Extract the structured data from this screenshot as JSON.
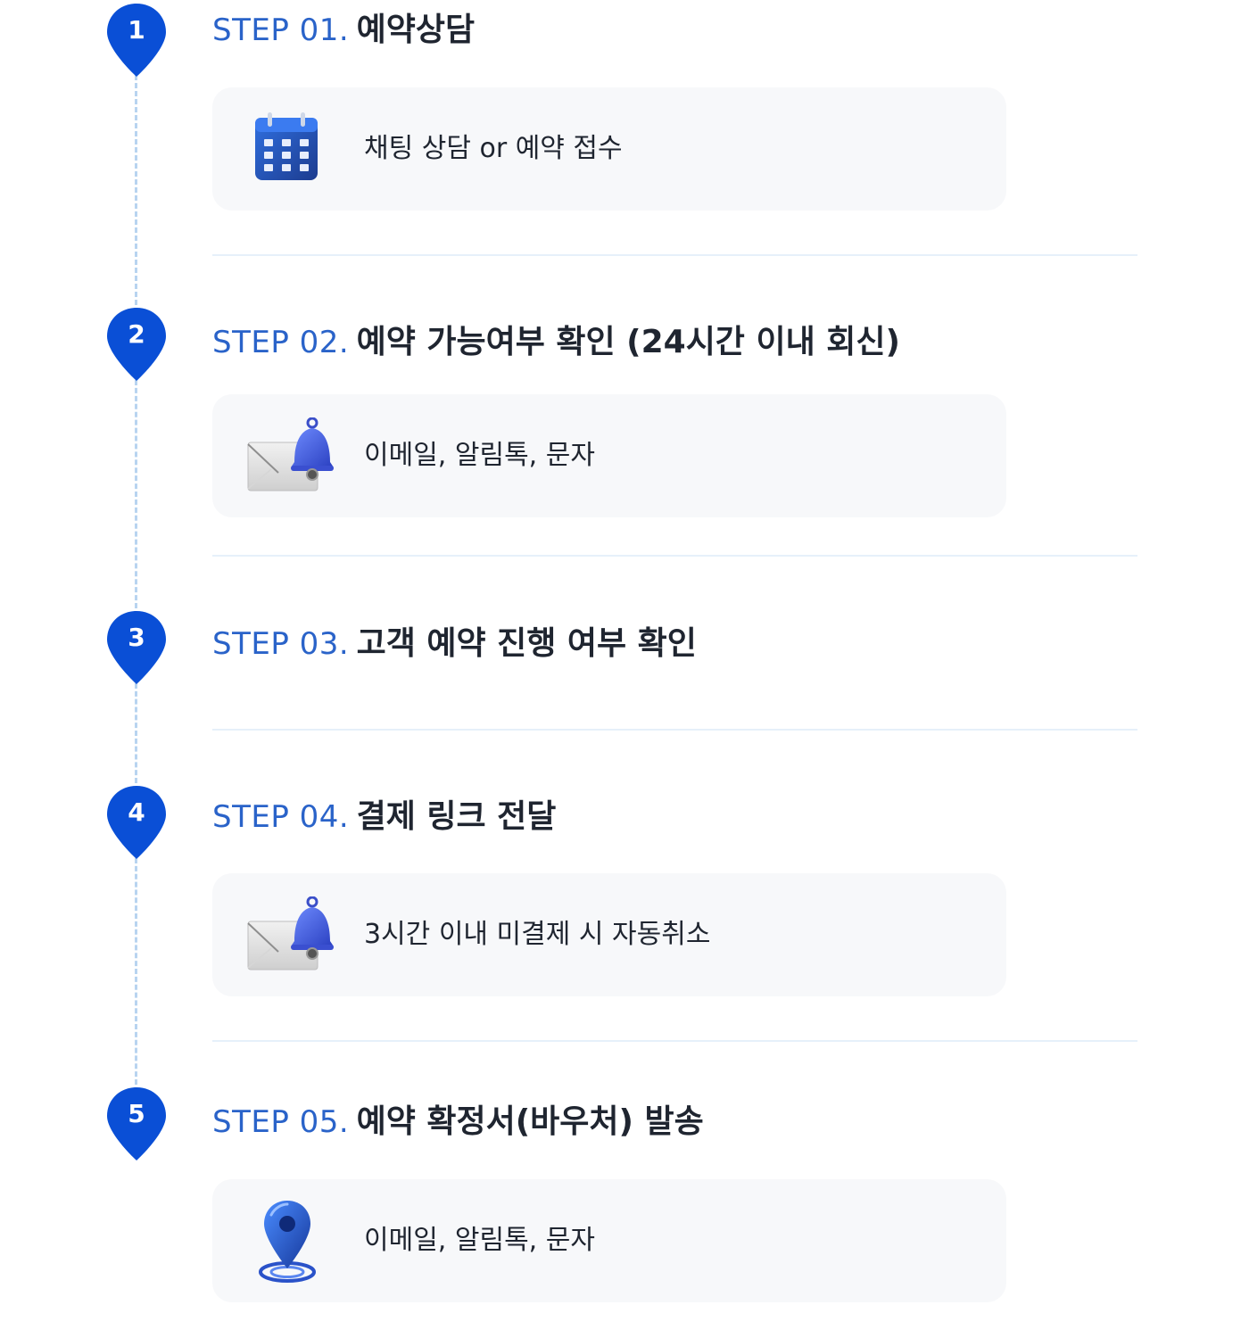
{
  "colors": {
    "accent_blue": "#0a4fd6",
    "label_blue": "#2a63c9",
    "heading_dark": "#1f2530",
    "card_bg": "#f7f8fa",
    "divider": "#e6f0fa",
    "dashed_line": "#b8d4f0"
  },
  "steps": [
    {
      "number": "1",
      "label": "STEP 01.",
      "title": "예약상담",
      "icon": "calendar-icon",
      "card_text": "채팅 상담 or 예약 접수"
    },
    {
      "number": "2",
      "label": "STEP 02.",
      "title": "예약 가능여부 확인 (24시간 이내 회신)",
      "icon": "mail-bell-icon",
      "card_text": "이메일, 알림톡, 문자"
    },
    {
      "number": "3",
      "label": "STEP 03.",
      "title": "고객 예약 진행 여부 확인"
    },
    {
      "number": "4",
      "label": "STEP 04.",
      "title": "결제 링크 전달",
      "icon": "mail-bell-icon",
      "card_text": "3시간 이내 미결제 시 자동취소"
    },
    {
      "number": "5",
      "label": "STEP 05.",
      "title": "예약 확정서(바우처) 발송",
      "icon": "location-pin-icon",
      "card_text": "이메일, 알림톡, 문자"
    }
  ]
}
